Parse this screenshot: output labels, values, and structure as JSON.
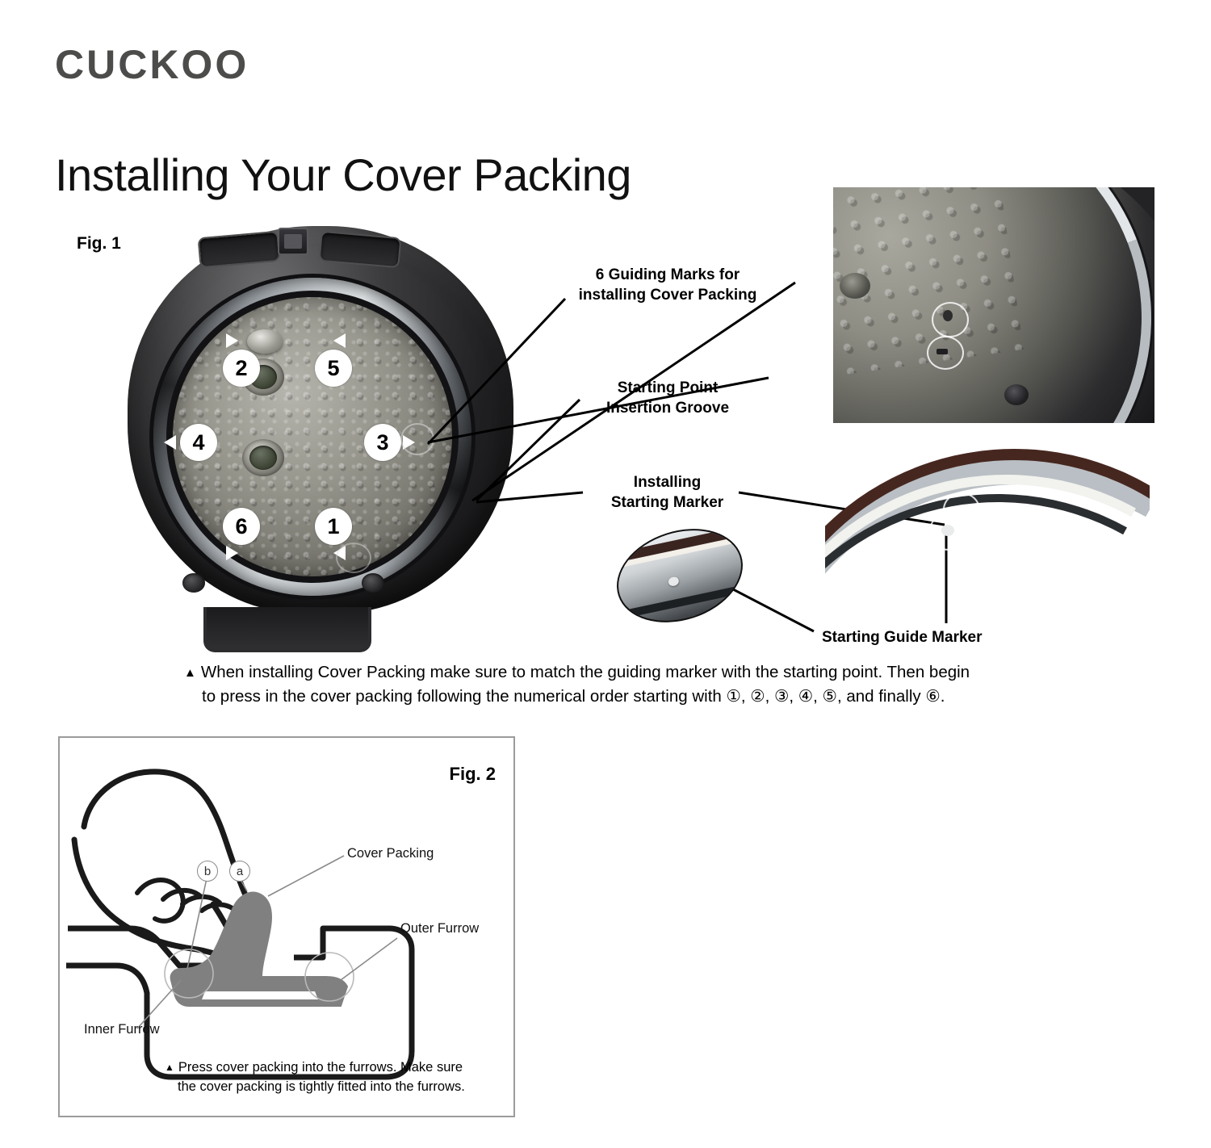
{
  "brand": "CUCKOO",
  "page_title": "Installing Your Cover Packing",
  "figure1": {
    "label": "Fig. 1",
    "markers": [
      {
        "number": "2"
      },
      {
        "number": "5"
      },
      {
        "number": "4"
      },
      {
        "number": "3"
      },
      {
        "number": "6"
      },
      {
        "number": "1"
      }
    ],
    "callouts": {
      "guiding_marks_line1": "6 Guiding Marks for",
      "guiding_marks_line2": "installing Cover Packing",
      "insertion_groove_line1": "Starting Point",
      "insertion_groove_line2": "Insertion Groove",
      "installing_marker_line1": "Installing",
      "installing_marker_line2": "Starting Marker",
      "guide_marker": "Starting Guide Marker"
    },
    "note_line1": "When installing Cover Packing make sure to match the guiding marker with the starting point. Then begin",
    "note_line2": "to press in the cover packing following the numerical order starting with ①, ②, ③, ④, ⑤, and finally ⑥.",
    "note_bullet": "▲"
  },
  "figure2": {
    "label": "Fig. 2",
    "labels": {
      "cover_packing": "Cover Packing",
      "outer_furrow": "Outer Furrow",
      "inner_furrow": "Inner Furrow"
    },
    "markers": [
      {
        "id": "b",
        "text": "b"
      },
      {
        "id": "a",
        "text": "a"
      }
    ],
    "note_line1": "Press cover packing into the furrows. Make sure",
    "note_line2": "the cover packing is tightly fitted into the furrows.",
    "note_bullet": "▲"
  },
  "colors": {
    "brand_gray": "#4c4c4a",
    "text_black": "#000000",
    "panel_border": "#9b9b9b",
    "gasket_gray": "#808080"
  }
}
